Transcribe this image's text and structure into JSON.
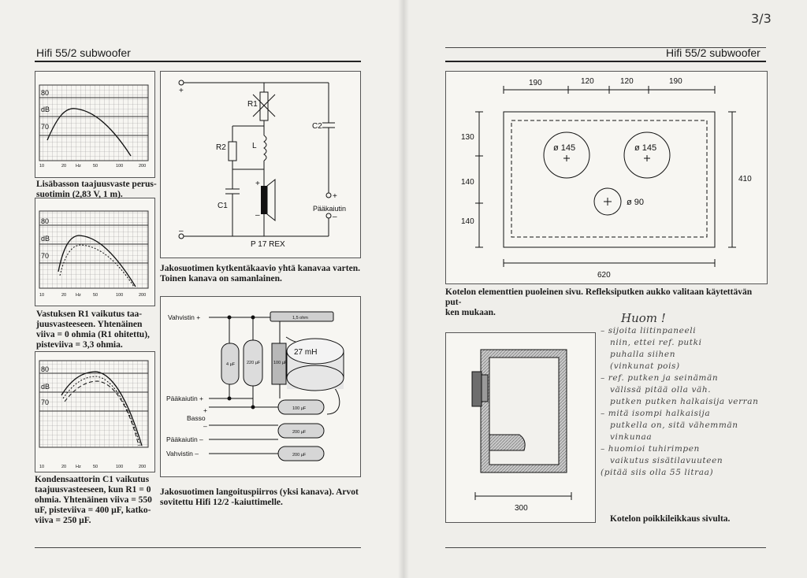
{
  "header": {
    "left_title": "Hifi 55/2 subwoofer",
    "right_title": "Hifi 55/2 subwoofer",
    "page_number": "3/3"
  },
  "graphs": {
    "y_labels": [
      "80",
      "dB",
      "70"
    ],
    "x_ticks": [
      "10",
      "20",
      "Hz",
      "50",
      "100",
      "200"
    ]
  },
  "captions": {
    "graph1": [
      "Lisäbasson taajuusvaste perus-",
      "suotimin (2,83 V, 1 m)."
    ],
    "graph2": [
      "Vastuksen R1 vaikutus taa-",
      "juusvasteeseen. Yhtenäinen",
      "viiva = 0 ohmia (R1 ohitettu),",
      "pisteviiva = 3,3 ohmia."
    ],
    "graph3": [
      "Kondensaattorin C1 vaikutus",
      "taajuusvasteeseen, kun R1 = 0",
      "ohmia. Yhtenäinen viiva = 550",
      "uF, pisteviiva = 400 µF, katko-",
      "viiva = 250 µF."
    ],
    "schematic": [
      "Jakosuotimen kytkentäkaavio yhtä kanavaa varten.",
      "Toinen kanava on samanlainen."
    ],
    "wiring": [
      "Jakosuotimen langoituspiirros (yksi kanava). Arvot",
      "sovitettu Hifi 12/2 -kaiuttimelle."
    ],
    "front": [
      "Kotelon elementtien puoleinen sivu. Refleksiputken aukko valitaan käytettävän put-",
      "ken mukaan."
    ],
    "section": "Kotelon poikkileikkaus sivulta."
  },
  "schematic": {
    "r1": "R1",
    "r2": "R2",
    "l": "L",
    "c1": "C1",
    "c2": "C2",
    "plus": "+",
    "minus": "–",
    "plus_woofer": "+",
    "minus_woofer": "–",
    "main_speaker": "Pääkaiutin",
    "driver": "P 17 REX"
  },
  "wiring": {
    "amp_plus": "Vahvistin +",
    "main_plus": "Pääkaiutin +",
    "bass_plus": "+",
    "bass": "Basso",
    "bass_minus": "–",
    "main_minus": "Pääkaiutin –",
    "amp_minus": "Vahvistin –",
    "resistor": "1,5 ohm",
    "coil": "27 mH",
    "cap_a": "4 µF",
    "cap_b": "220 µF",
    "cap_c": "100 µF",
    "cap_d": "100 µF",
    "cap_e": "200 µF",
    "cap_f": "200 µF"
  },
  "front": {
    "top_dims": [
      "190",
      "120",
      "120",
      "190"
    ],
    "left_dims": [
      "130",
      "140",
      "140"
    ],
    "right_dim": "410",
    "bottom_dim": "620",
    "hole1": "ø 145",
    "hole2": "ø 145",
    "hole3": "ø 90"
  },
  "section": {
    "bottom_dim": "300"
  },
  "notes": {
    "title": "Huom !",
    "lines": [
      "– sijoita liitinpaneeli",
      "niin, ettei ref. putki",
      "puhalla siihen",
      "(vinkunat pois)",
      "– ref. putken ja seinämän",
      "välissä pitää olla väh.",
      "putken putken halkaisija verran",
      "– mitä isompi halkaisija",
      "putkella on, sitä vähemmän",
      "vinkunaa",
      "– huomioi tuhirimpen",
      "vaikutus sisätilavuuteen",
      "(pitää siis olla 55 litraa)"
    ]
  }
}
